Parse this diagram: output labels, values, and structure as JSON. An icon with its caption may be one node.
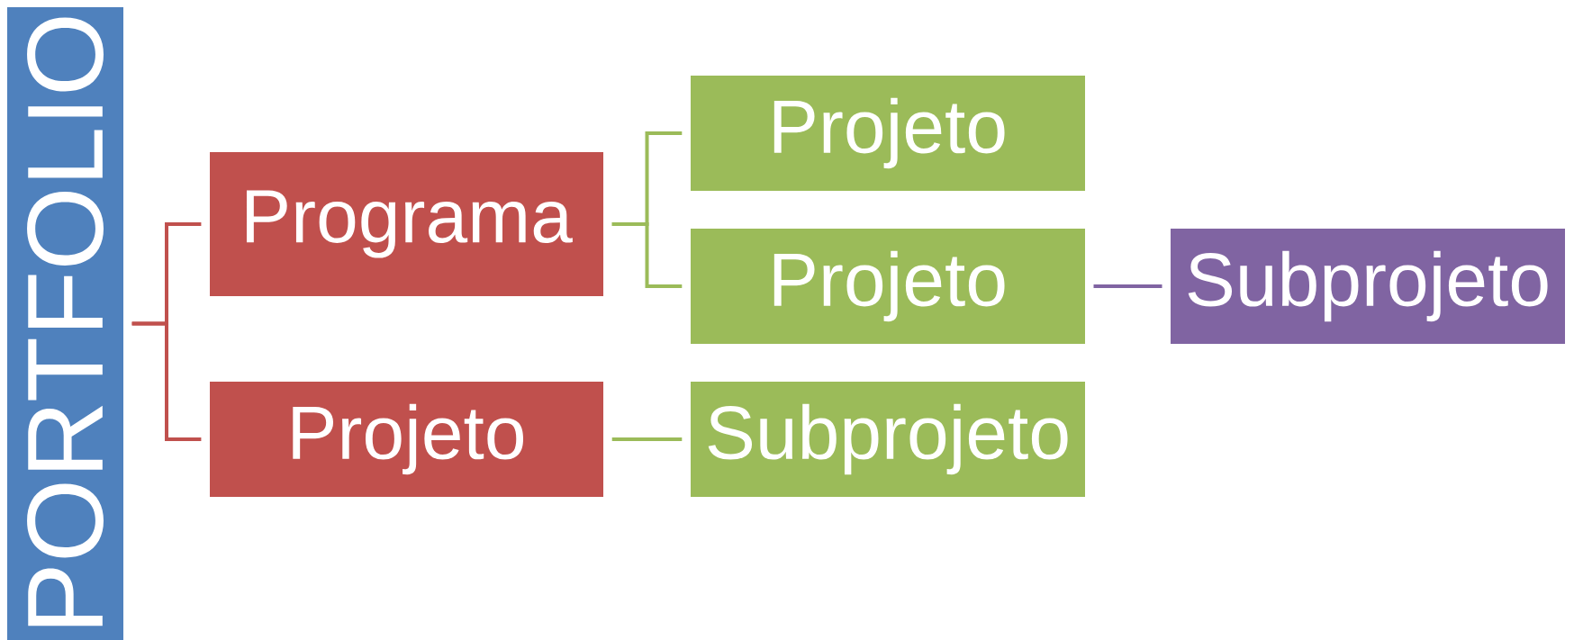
{
  "diagram": {
    "nodes": [
      {
        "text": [
          "PORTFOLIO"
        ]
      },
      {
        "text": [
          "Programa"
        ]
      },
      {
        "text": [
          "Projeto"
        ]
      },
      {
        "text": [
          "Projeto"
        ]
      },
      {
        "text": [
          "Projeto"
        ]
      },
      {
        "text": [
          "Subprojeto"
        ]
      },
      {
        "text": [
          "Subprojeto"
        ]
      }
    ],
    "edges": [
      {
        "from": 0,
        "to": 1,
        "arrow": "none",
        "color": "#c0504d"
      },
      {
        "from": 0,
        "to": 2,
        "arrow": "none",
        "color": "#c0504d"
      },
      {
        "from": 1,
        "to": 3,
        "arrow": "none",
        "color": "#9bbb59"
      },
      {
        "from": 1,
        "to": 4,
        "arrow": "none",
        "color": "#9bbb59"
      },
      {
        "from": 4,
        "to": 5,
        "arrow": "none",
        "color": "#8064a2"
      },
      {
        "from": 2,
        "to": 6,
        "arrow": "none",
        "color": "#9bbb59"
      }
    ]
  }
}
